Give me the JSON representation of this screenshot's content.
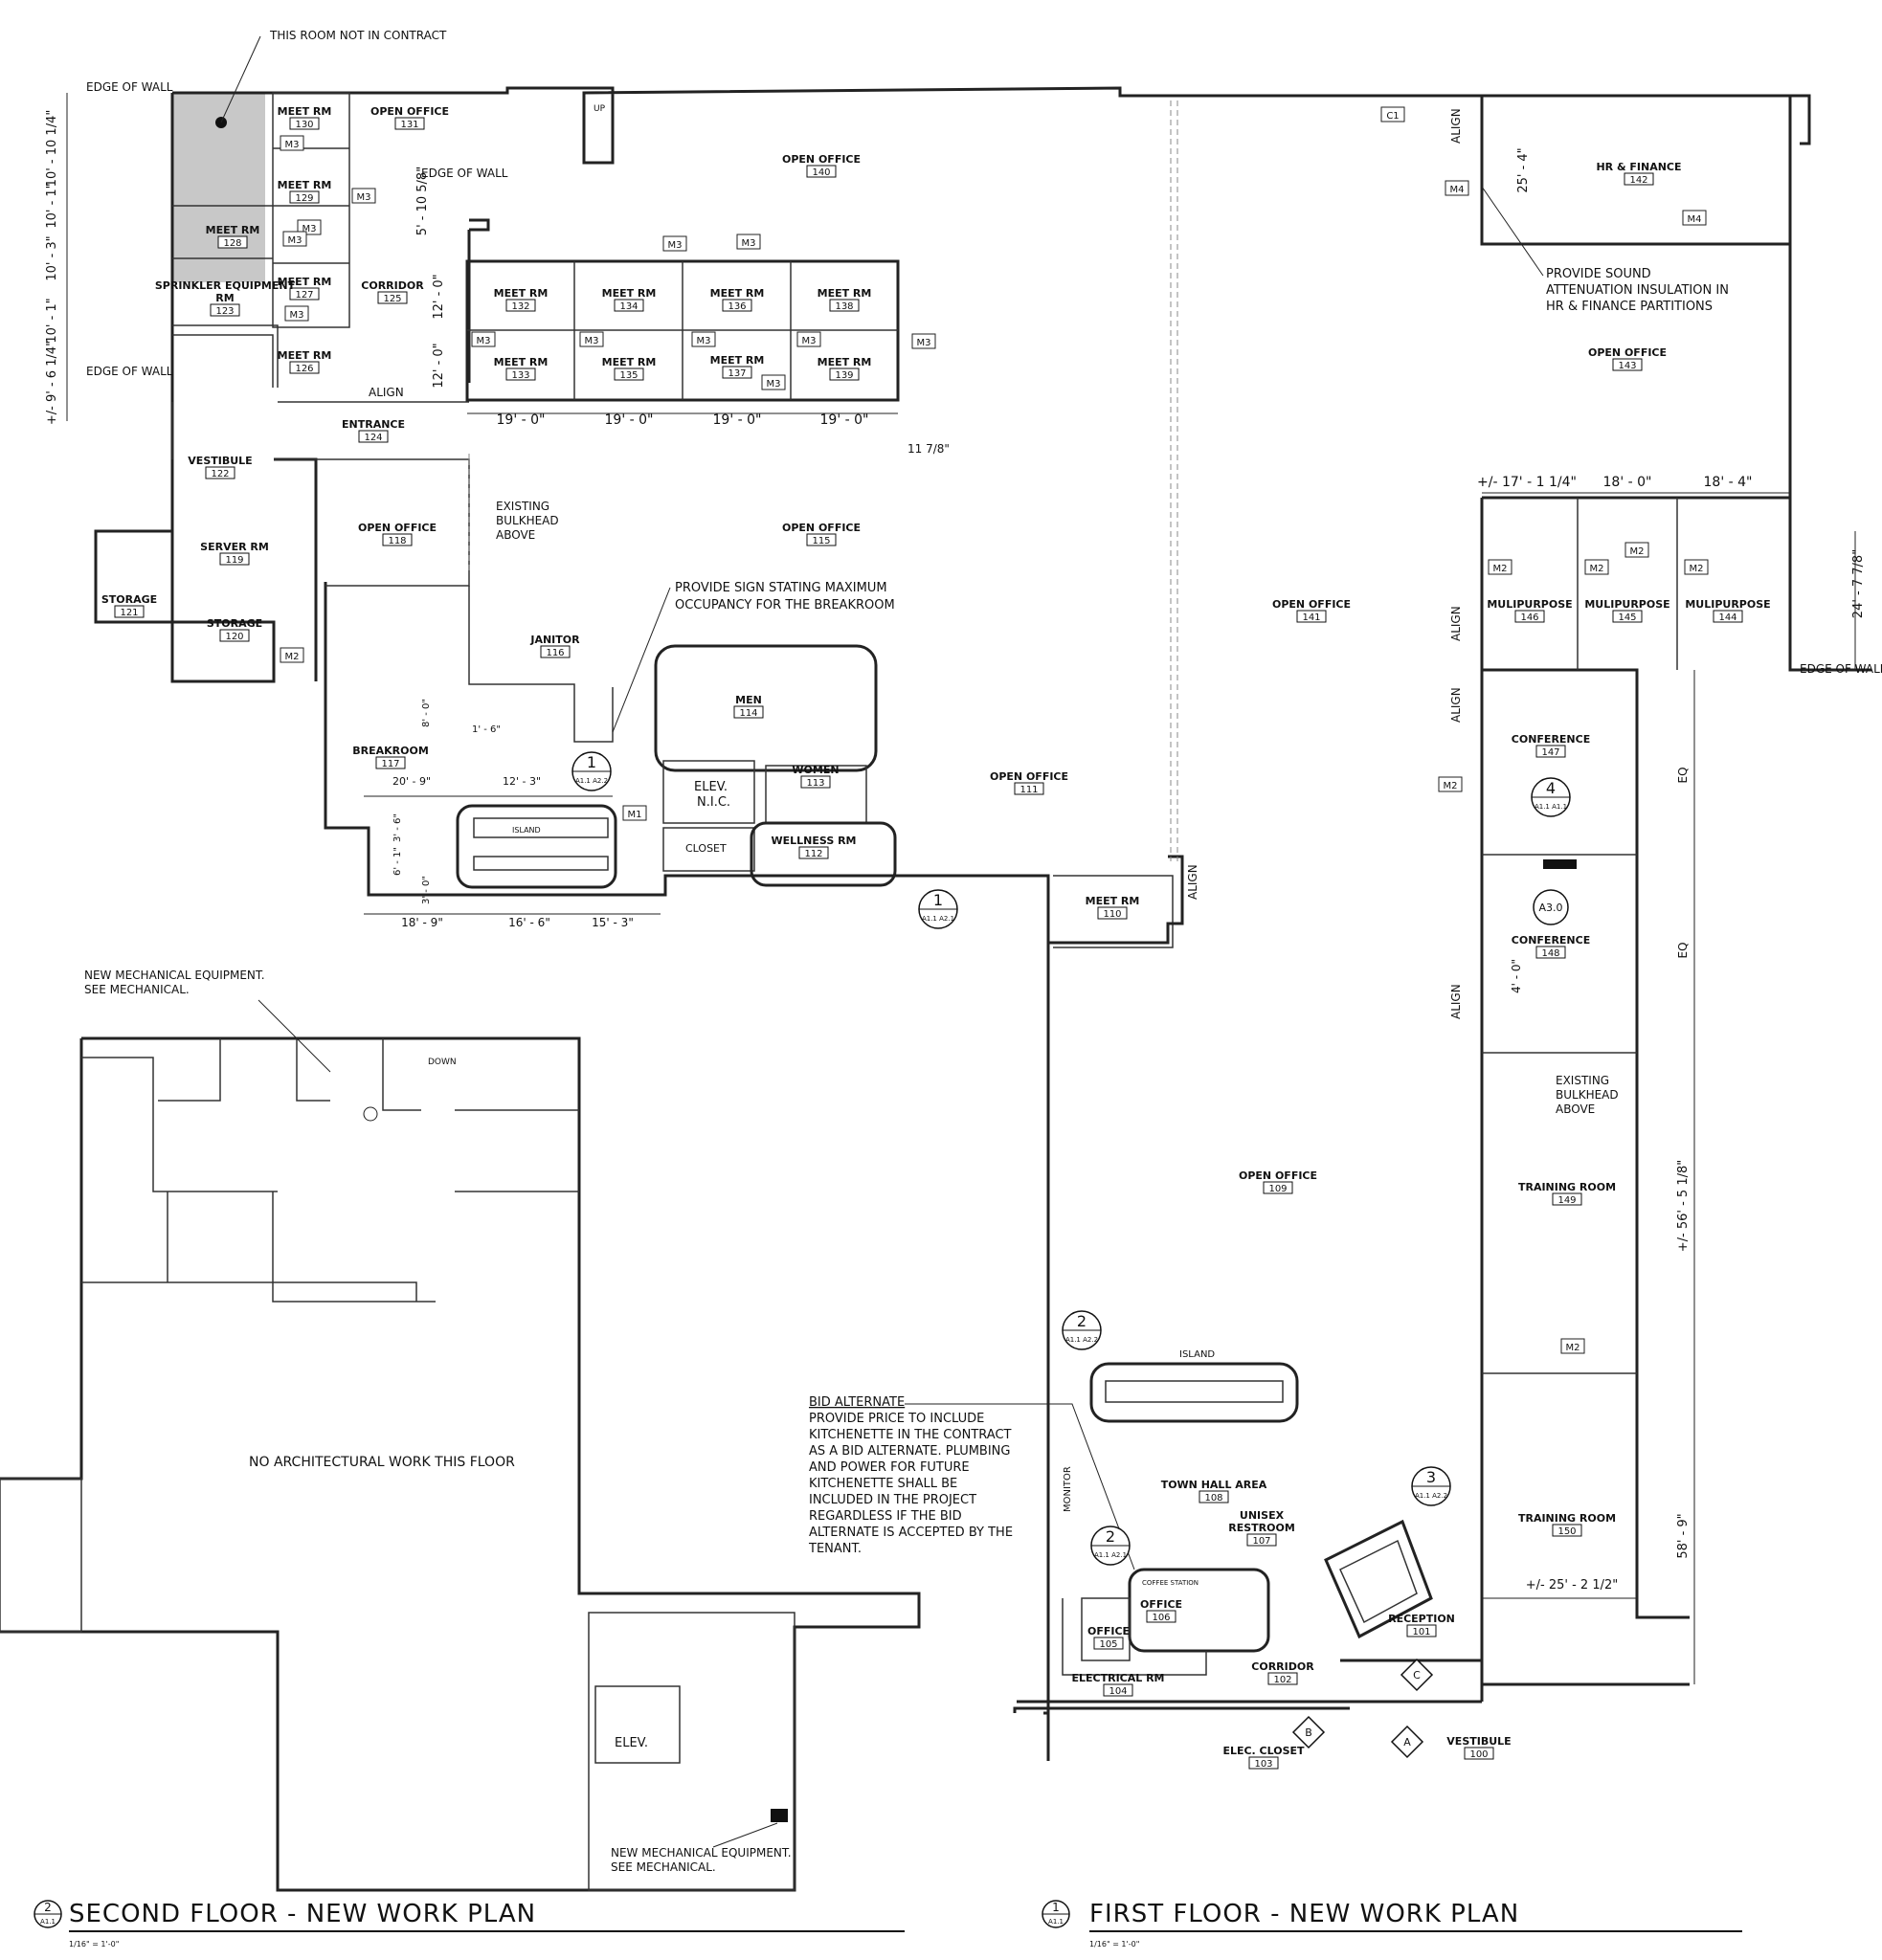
{
  "notes": {
    "room_not_in_contract": "THIS ROOM NOT IN CONTRACT",
    "edge_of_wall": "EDGE OF WALL",
    "align": "ALIGN",
    "existing_bulkhead": [
      "EXISTING",
      "BULKHEAD",
      "ABOVE"
    ],
    "provide_sign": [
      "PROVIDE SIGN STATING MAXIMUM",
      "OCCUPANCY FOR THE BREAKROOM"
    ],
    "sound_attenuation": [
      "PROVIDE SOUND",
      "ATTENUATION INSULATION IN",
      "HR & FINANCE PARTITIONS"
    ],
    "new_mech_top": [
      "NEW MECHANICAL EQUIPMENT.",
      "SEE MECHANICAL."
    ],
    "new_mech_bottom": [
      "NEW MECHANICAL EQUIPMENT.",
      "SEE MECHANICAL."
    ],
    "no_arch_work": "NO ARCHITECTURAL WORK THIS FLOOR",
    "bid_alternate_title": "BID ALTERNATE",
    "bid_alternate_body": [
      "PROVIDE PRICE TO INCLUDE",
      "KITCHENETTE IN THE CONTRACT",
      "AS A BID ALTERNATE. PLUMBING",
      "AND POWER FOR FUTURE",
      "KITCHENETTE SHALL BE",
      "INCLUDED IN THE PROJECT",
      "REGARDLESS IF THE BID",
      "ALTERNATE IS ACCEPTED BY THE",
      "TENANT."
    ],
    "island": "ISLAND",
    "monitor": "MONITOR",
    "coffee_station": "COFFEE STATION",
    "down": "DOWN",
    "up": "UP",
    "elev": "ELEV.",
    "elev_nic": [
      "ELEV.",
      "N.I.C."
    ],
    "closet": "CLOSET"
  },
  "rooms": [
    {
      "name": "MEET RM",
      "num": "130"
    },
    {
      "name": "OPEN OFFICE",
      "num": "131"
    },
    {
      "name": "MEET RM",
      "num": "129"
    },
    {
      "name": "MEET RM",
      "num": "128"
    },
    {
      "name": "MEET RM",
      "num": "127"
    },
    {
      "name": "SPRINKLER EQUIPMENT RM",
      "num": "123"
    },
    {
      "name": "CORRIDOR",
      "num": "125"
    },
    {
      "name": "MEET RM",
      "num": "126"
    },
    {
      "name": "ENTRANCE",
      "num": "124"
    },
    {
      "name": "VESTIBULE",
      "num": "122"
    },
    {
      "name": "OPEN OFFICE",
      "num": "118"
    },
    {
      "name": "SERVER RM",
      "num": "119"
    },
    {
      "name": "STORAGE",
      "num": "121"
    },
    {
      "name": "STORAGE",
      "num": "120"
    },
    {
      "name": "OPEN OFFICE",
      "num": "140"
    },
    {
      "name": "MEET RM",
      "num": "132"
    },
    {
      "name": "MEET RM",
      "num": "134"
    },
    {
      "name": "MEET RM",
      "num": "136"
    },
    {
      "name": "MEET RM",
      "num": "138"
    },
    {
      "name": "MEET RM",
      "num": "133"
    },
    {
      "name": "MEET RM",
      "num": "135"
    },
    {
      "name": "MEET RM",
      "num": "137"
    },
    {
      "name": "MEET RM",
      "num": "139"
    },
    {
      "name": "OPEN OFFICE",
      "num": "115"
    },
    {
      "name": "JANITOR",
      "num": "116"
    },
    {
      "name": "BREAKROOM",
      "num": "117"
    },
    {
      "name": "MEN",
      "num": "114"
    },
    {
      "name": "WOMEN",
      "num": "113"
    },
    {
      "name": "WELLNESS RM",
      "num": "112"
    },
    {
      "name": "OPEN OFFICE",
      "num": "111"
    },
    {
      "name": "MEET RM",
      "num": "110"
    },
    {
      "name": "HR & FINANCE",
      "num": "142"
    },
    {
      "name": "OPEN OFFICE",
      "num": "143"
    },
    {
      "name": "OPEN OFFICE",
      "num": "141"
    },
    {
      "name": "MULIPURPOSE",
      "num": "146"
    },
    {
      "name": "MULIPURPOSE",
      "num": "145"
    },
    {
      "name": "MULIPURPOSE",
      "num": "144"
    },
    {
      "name": "CONFERENCE",
      "num": "147"
    },
    {
      "name": "CONFERENCE",
      "num": "148"
    },
    {
      "name": "TRAINING ROOM",
      "num": "149"
    },
    {
      "name": "TRAINING ROOM",
      "num": "150"
    },
    {
      "name": "OPEN OFFICE",
      "num": "109"
    },
    {
      "name": "TOWN HALL AREA",
      "num": "108"
    },
    {
      "name": "UNISEX RESTROOM",
      "num": "107"
    },
    {
      "name": "OFFICE",
      "num": "106"
    },
    {
      "name": "OFFICE",
      "num": "105"
    },
    {
      "name": "ELECTRICAL RM",
      "num": "104"
    },
    {
      "name": "CORRIDOR",
      "num": "102"
    },
    {
      "name": "RECEPTION",
      "num": "101"
    },
    {
      "name": "ELEC. CLOSET",
      "num": "103"
    },
    {
      "name": "VESTIBULE",
      "num": "100"
    }
  ],
  "dimensions": {
    "left_stack": [
      "10' - 10 1/4\"",
      "10' - 1\"",
      "10' - 3\"",
      "10' - 1\"",
      "+/- 9' - 6 1/4\""
    ],
    "edge_wall": "5' - 10 5/8\"",
    "meet_heights": [
      "12' - 0\"",
      "12' - 0\""
    ],
    "meet_widths": [
      "19' - 0\"",
      "19' - 0\"",
      "19' - 0\"",
      "19' - 0\""
    ],
    "small_end": "11 7/8\"",
    "hr_height": "25' - 4\"",
    "mp_widths": [
      "+/- 17' - 1 1/4\"",
      "18' - 0\"",
      "18' - 4\""
    ],
    "mp_height": "24' - 7 7/8\"",
    "eq": [
      "EQ",
      "EQ"
    ],
    "conf_gap": "4' - 0\"",
    "training_top": "+/- 56' - 5 1/8\"",
    "training_bot": "58' - 9\"",
    "training_width": "+/- 25' - 2 1/2\"",
    "break_top": [
      "20' - 9\"",
      "12' - 3\""
    ],
    "break_bottom": [
      "18' - 9\"",
      "16' - 6\"",
      "15' - 3\""
    ],
    "break_side": [
      "8' - 0\"",
      "1' - 6\"",
      "3' - 6\"",
      "6' - 1\"",
      "3' - 0\""
    ]
  },
  "tags": {
    "M1": "M1",
    "M2": "M2",
    "M3": "M3",
    "M4": "M4",
    "C1": "C1",
    "A": "A",
    "B": "B",
    "C": "C",
    "A30": "A3.0"
  },
  "callouts": [
    {
      "num": "1",
      "sheets": "A1.1 A2.2"
    },
    {
      "num": "1",
      "sheets": "A1.1 A2.1"
    },
    {
      "num": "2",
      "sheets": "A1.1 A2.2"
    },
    {
      "num": "2",
      "sheets": "A1.1 A2.1"
    },
    {
      "num": "3",
      "sheets": "A1.1 A2.2"
    },
    {
      "num": "4",
      "sheets": "A1.1 A1.1"
    }
  ],
  "titles": {
    "second": {
      "num": "2",
      "sheet": "A1.1",
      "text": "SECOND FLOOR - NEW WORK PLAN",
      "scale": "1/16\" = 1'-0\""
    },
    "first": {
      "num": "1",
      "sheet": "A1.1",
      "text": "FIRST FLOOR - NEW WORK PLAN",
      "scale": "1/16\" = 1'-0\""
    }
  }
}
